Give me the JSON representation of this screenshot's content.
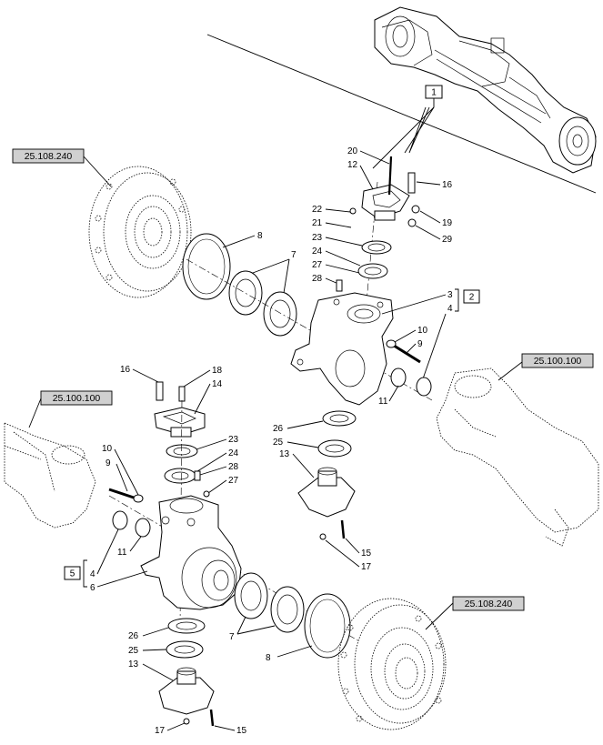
{
  "references": {
    "top_left": "25.108.240",
    "mid_right": "25.100.100",
    "mid_left": "25.100.100",
    "bottom_right": "25.108.240"
  },
  "group_boxes": {
    "g1": "1",
    "g2": "2",
    "g5": "5"
  },
  "callouts_upper": {
    "c20": "20",
    "c12": "12",
    "c16": "16",
    "c19": "19",
    "c29": "29",
    "c22": "22",
    "c21": "21",
    "c23": "23",
    "c24": "24",
    "c27": "27",
    "c28": "28",
    "c8": "8",
    "c7": "7",
    "c3": "3",
    "c4": "4",
    "c10": "10",
    "c9": "9",
    "c11": "11",
    "c26": "26",
    "c25": "25",
    "c13": "13",
    "c15": "15",
    "c17": "17"
  },
  "callouts_lower": {
    "c16": "16",
    "c18": "18",
    "c14": "14",
    "c23": "23",
    "c24": "24",
    "c28": "28",
    "c27": "27",
    "c10": "10",
    "c9": "9",
    "c11": "11",
    "c4": "4",
    "c6": "6",
    "c26": "26",
    "c25": "25",
    "c13": "13",
    "c7": "7",
    "c8": "8",
    "c17": "17",
    "c15": "15"
  }
}
